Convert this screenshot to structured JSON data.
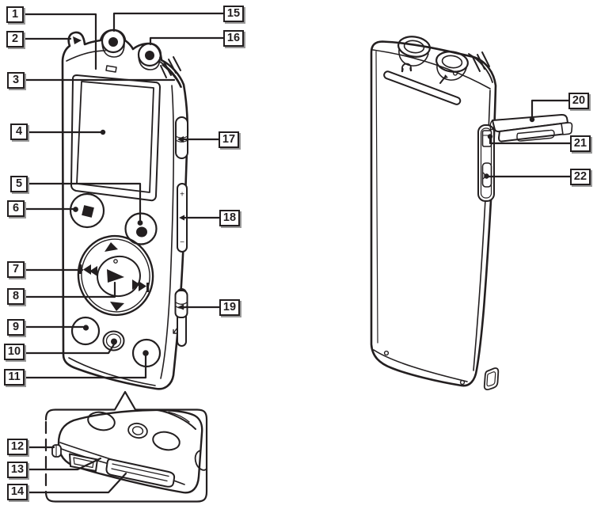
{
  "colors": {
    "ink": "#231f20",
    "background": "#ffffff",
    "label_shadow": "#999999"
  },
  "callouts": [
    {
      "label": "1"
    },
    {
      "label": "2"
    },
    {
      "label": "3"
    },
    {
      "label": "4"
    },
    {
      "label": "5"
    },
    {
      "label": "6"
    },
    {
      "label": "7"
    },
    {
      "label": "8"
    },
    {
      "label": "9"
    },
    {
      "label": "10"
    },
    {
      "label": "11"
    },
    {
      "label": "12"
    },
    {
      "label": "13"
    },
    {
      "label": "14"
    },
    {
      "label": "15"
    },
    {
      "label": "16"
    },
    {
      "label": "17"
    },
    {
      "label": "18"
    },
    {
      "label": "19"
    },
    {
      "label": "20"
    },
    {
      "label": "21"
    },
    {
      "label": "22"
    }
  ],
  "markings": {
    "volume_up": "+",
    "volume_down": "−"
  },
  "icons": {
    "stop": "stop-square",
    "record": "record-dot",
    "play": "play-triangle",
    "up": "up-triangle",
    "down": "down-triangle",
    "previous": "prev-track",
    "next": "next-track",
    "headphone": "headphone-icon",
    "microphone": "mic-icon"
  }
}
